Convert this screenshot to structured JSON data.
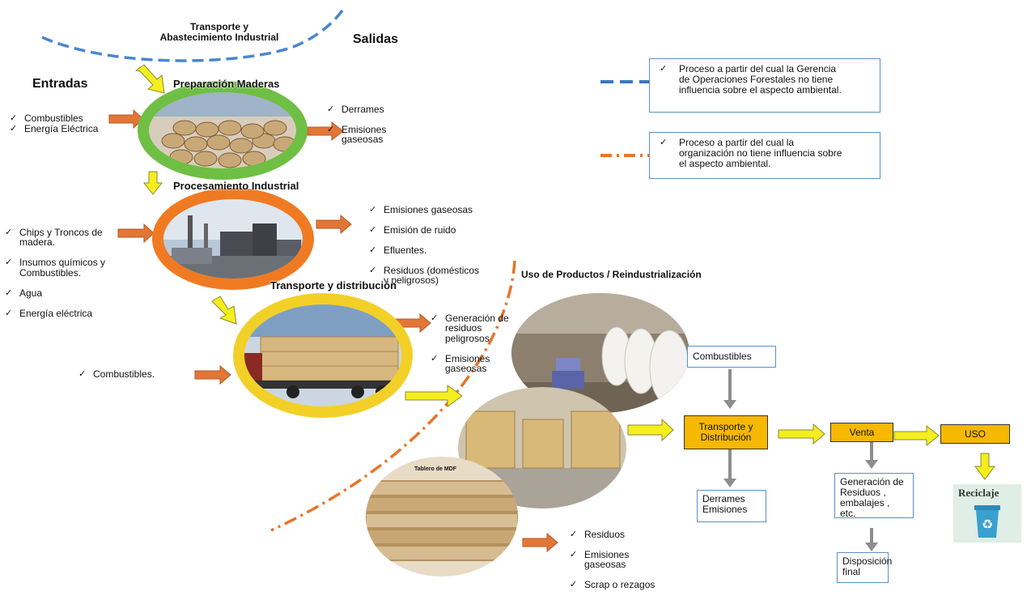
{
  "headings": {
    "transport_supply": "Transporte y\nAbastecimiento Industrial",
    "outputs": "Salidas",
    "inputs": "Entradas",
    "use_reindustrialization": "Uso de Productos / Reindustrialización"
  },
  "stages": {
    "wood_prep": {
      "title": "Preparación Maderas",
      "inputs": [
        "Combustibles",
        "Energía Eléctrica"
      ],
      "outputs": [
        "Derrames",
        "Emisiones\ngaseosas"
      ],
      "color": "#6fbf44"
    },
    "industrial_processing": {
      "title": "Procesamiento Industrial",
      "inputs": [
        "Chips y Troncos de\nmadera.",
        "Insumos químicos y\nCombustibles.",
        "Agua",
        "Energía eléctrica"
      ],
      "outputs": [
        "Emisiones gaseosas",
        "Emisión de ruido",
        "Efluentes.",
        "Residuos  (domésticos\ny  peligrosos)"
      ],
      "color": "#f07a22"
    },
    "transport_distribution": {
      "title": "Transporte y distribución",
      "inputs": [
        "Combustibles."
      ],
      "outputs": [
        "Generación de\nresiduos\npeligrosos",
        "Emisiones\ngaseosas"
      ],
      "color": "#f2d028"
    }
  },
  "legend": [
    {
      "line_style": "dashed",
      "color": "#3a78c2",
      "text": "Proceso a partir del cual la Gerencia\nde Operaciones Forestales no  tiene\ninfluencia sobre el aspecto ambiental."
    },
    {
      "line_style": "dash-dot",
      "color": "#e8742a",
      "text": "Proceso a partir del cual la\norganización no  tiene influencia sobre\nel aspecto ambiental."
    }
  ],
  "product_flow": {
    "fuel": "Combustibles",
    "transport": "Transporte  y\nDistribución",
    "sale": "Venta",
    "use": "USO",
    "spills": "Derrames\nEmisiones",
    "waste": "Generación de\nResiduos ,\nembalajes , etc.",
    "disposal": "Disposición\nfinal",
    "recycling": "Reciclaje",
    "mdf_label": "Tablero de MDF",
    "bottom_outputs": [
      "Residuos",
      "Emisiones\ngaseosas",
      "Scrap o rezagos"
    ]
  }
}
